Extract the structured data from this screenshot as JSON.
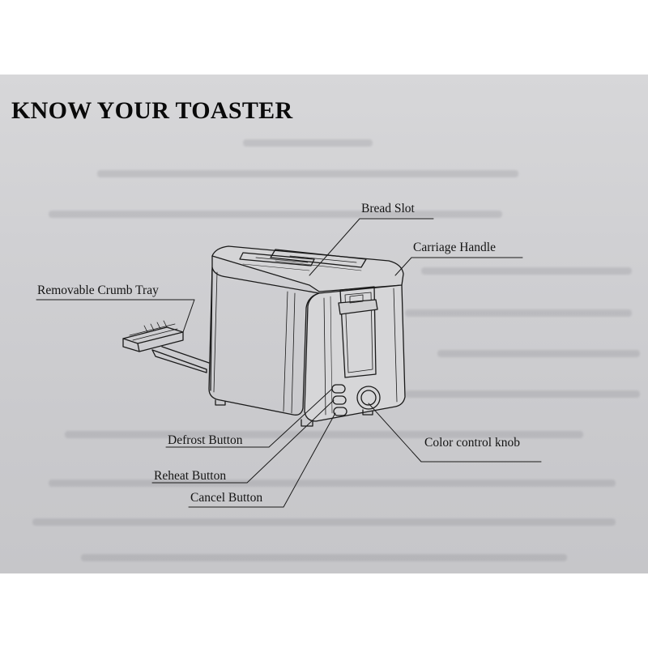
{
  "title": "KNOW YOUR TOASTER",
  "labels": {
    "bread_slot": "Bread Slot",
    "carriage_handle": "Carriage Handle",
    "crumb_tray": "Removable Crumb Tray",
    "defrost_button": "Defrost Button",
    "reheat_button": "Reheat Button",
    "cancel_button": "Cancel Button",
    "color_knob": "Color control knob"
  }
}
